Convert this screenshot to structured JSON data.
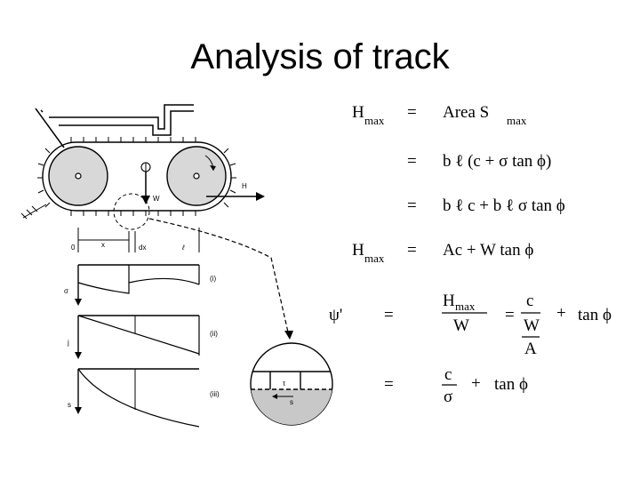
{
  "title": "Analysis of track",
  "diagram_labels": {
    "force_w": "W",
    "force_h": "H",
    "x": "x",
    "dx": "dx",
    "length": "ℓ",
    "origin": "0",
    "plot1_axis": "σ",
    "plot1_label": "(i)",
    "plot2_axis": "j",
    "plot2_label": "(ii)",
    "plot3_axis": "s",
    "plot3_label": "(iii)",
    "zoom_tau": "τ",
    "zoom_s": "s"
  },
  "equations": {
    "row1": {
      "lhs": "H",
      "lhs_sub": "max",
      "eq": "=",
      "rhs": "Area  S",
      "rhs_sub": "max"
    },
    "row2": {
      "eq": "=",
      "rhs": "b  ℓ  (c + σ tan ϕ)"
    },
    "row3": {
      "eq": "=",
      "rhs": "b  ℓ   c + b  ℓ   σ tan ϕ"
    },
    "row4": {
      "lhs": "H",
      "lhs_sub": "max",
      "eq": "=",
      "rhs": "Ac + W  tan ϕ"
    },
    "row5": {
      "lhs": "ψ'",
      "eq1": "=",
      "frac1_num": "H",
      "frac1_num_sub": "max",
      "frac1_den": "W",
      "eq2": "=",
      "frac2_num": "c",
      "frac2_den_num": "W",
      "frac2_den_den": "A",
      "plus": "+",
      "tail": "tan ϕ"
    },
    "row6": {
      "eq": "=",
      "frac_num": "c",
      "frac_den": "σ",
      "plus": "+",
      "tail": "tan ϕ"
    }
  }
}
